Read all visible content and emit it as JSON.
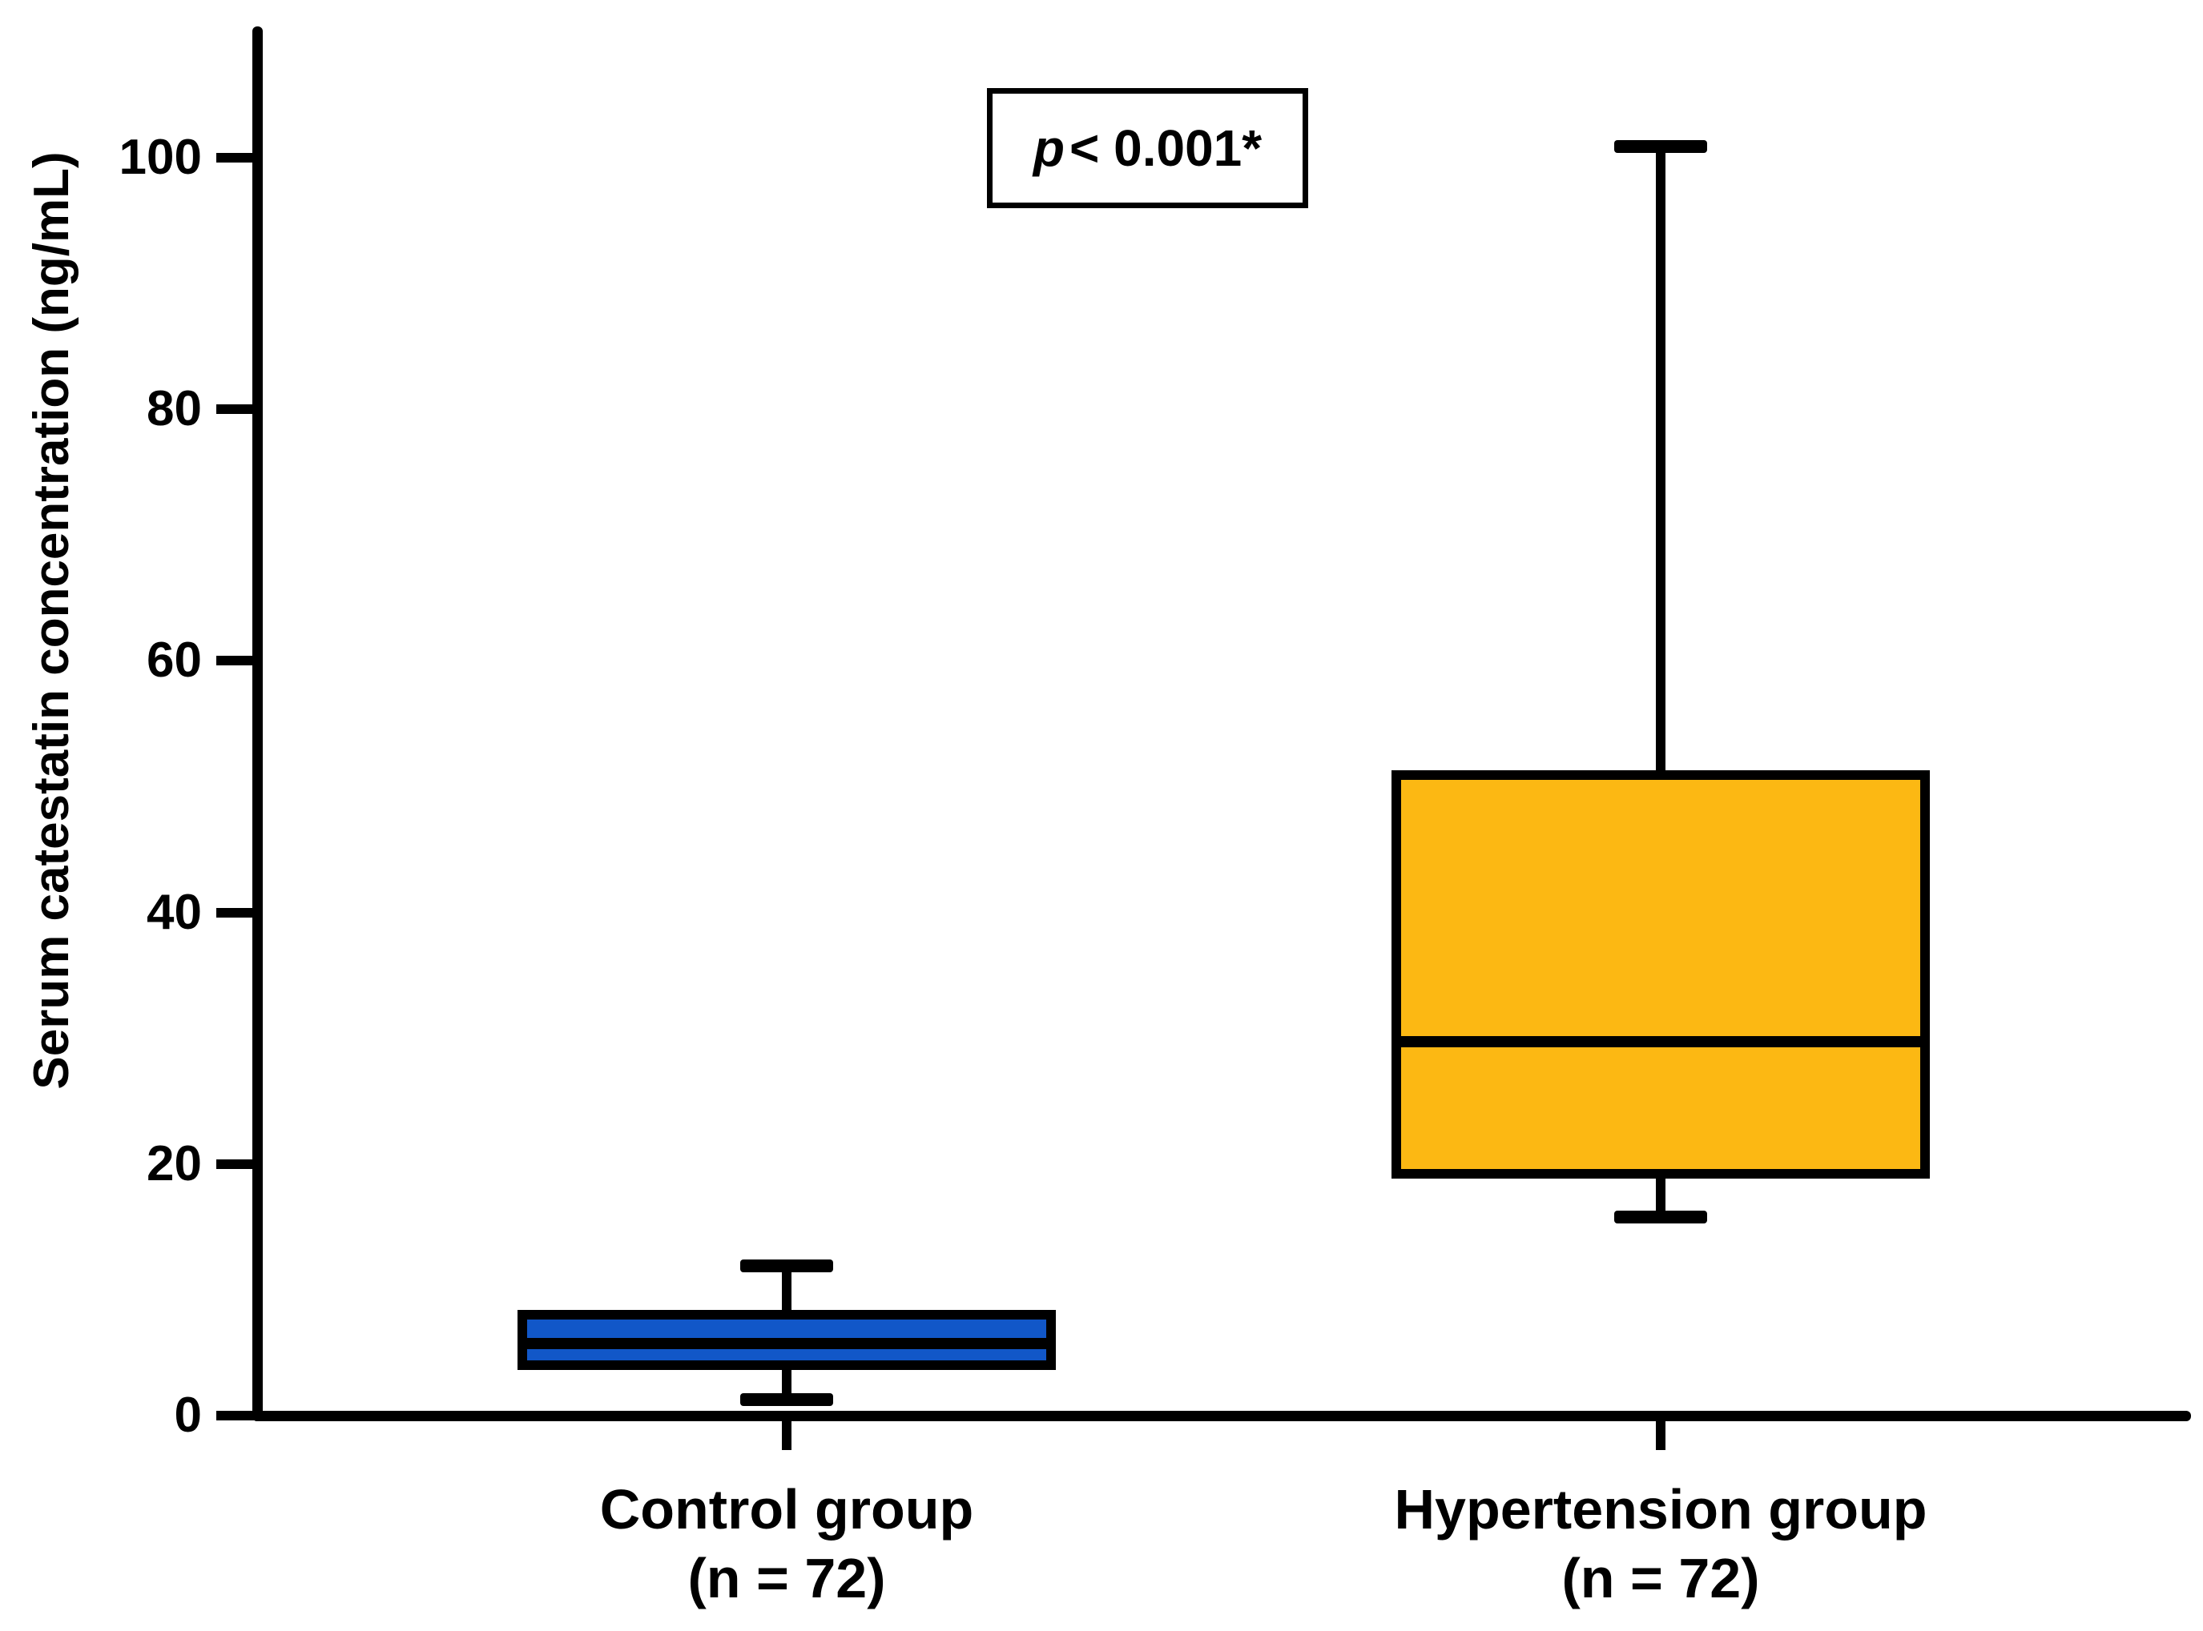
{
  "chart_data": {
    "type": "box",
    "ylabel": "Serum catestatin concentration (ng/mL)",
    "ylim": [
      0,
      110
    ],
    "yticks": [
      0,
      20,
      40,
      60,
      80,
      100
    ],
    "grid": false,
    "annotation": {
      "symbol": "p",
      "rest": " < 0.001*"
    },
    "groups": [
      {
        "label": "Control group",
        "sublabel": "(n = 72)",
        "color": "#1157C8",
        "whisker_low": 1.3,
        "q1": 4.0,
        "median": 5.7,
        "q3": 8.0,
        "whisker_high": 11.9
      },
      {
        "label": "Hypertension group",
        "sublabel": "(n = 72)",
        "color": "#FCB813",
        "whisker_low": 15.8,
        "q1": 19.2,
        "median": 29.7,
        "q3": 50.9,
        "whisker_high": 100.9
      }
    ]
  }
}
